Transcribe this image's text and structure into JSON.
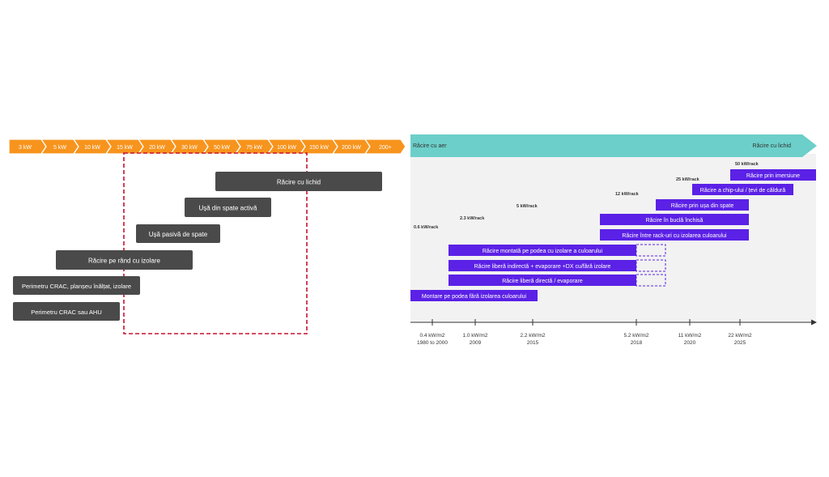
{
  "left_diagram": {
    "power_scale": [
      "3 kW",
      "5 kW",
      "10 kW",
      "15 kW",
      "20 kW",
      "30 kW",
      "50 kW",
      "75 kW",
      "100 kW",
      "150 kW",
      "200 kW",
      "200+"
    ],
    "scale_color": "#f7941d",
    "bar_color": "#4a4a4a",
    "highlight_border_color": "#c8102e",
    "bars": [
      {
        "label": "Răcire cu lichid"
      },
      {
        "label": "Ușă din spate activă"
      },
      {
        "label": "Ușă pasivă de spate"
      },
      {
        "label": "Răcire pe rând cu izolare"
      },
      {
        "label": "Perimetru CRAC, planșeu înălțat, izolare"
      },
      {
        "label": "Perimetru CRAC sau AHU"
      }
    ]
  },
  "right_diagram": {
    "arrow_color": "#6ccfc9",
    "panel_color": "#f2f2f2",
    "bar_color": "#5b21e6",
    "arrow_left_label": "Răcire cu aer",
    "arrow_right_label": "Răcire cu lichid",
    "density_labels": [
      "0.6 kW/rack",
      "2.3 kW/rack",
      "5 kW/rack",
      "12 kW/rack",
      "25 kW/rack",
      "50 kW/rack"
    ],
    "bars": [
      {
        "label": "Răcire prin imersiune"
      },
      {
        "label": "Răcire a chip-ului / țevi de căldură"
      },
      {
        "label": "Răcire prin ușa din spate"
      },
      {
        "label": "Răcire în buclă închisă"
      },
      {
        "label": "Răcire între rack-uri cu izolarea culoarului"
      },
      {
        "label": "Răcire montată pe podea cu izolare a culoarului"
      },
      {
        "label": "Răcire liberă indirectă + evaporare +DX cu/fără izolare"
      },
      {
        "label": "Răcire liberă directă / evaporare"
      },
      {
        "label": "Montare pe podea fără izolarea culoarului"
      }
    ],
    "timeline": [
      {
        "density": "0.4 kW/m2",
        "year": "1980 to 2000"
      },
      {
        "density": "1.0 kW/m2",
        "year": "2009"
      },
      {
        "density": "2.2 kW/m2",
        "year": "2015"
      },
      {
        "density": "5.2 kW/m2",
        "year": "2018"
      },
      {
        "density": "11 kW/m2",
        "year": "2020"
      },
      {
        "density": "22 kW/m2",
        "year": "2025"
      }
    ]
  }
}
